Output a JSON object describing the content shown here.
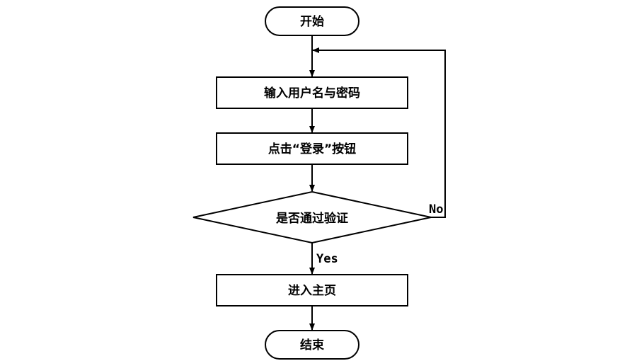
{
  "nodes": {
    "start": "开始",
    "input": "输入用户名与密码",
    "click": "点击“登录”按钮",
    "decision": "是否通过验证",
    "enter": "进入主页",
    "end": "结束"
  },
  "edges": {
    "yes": "Yes",
    "no": "No"
  }
}
